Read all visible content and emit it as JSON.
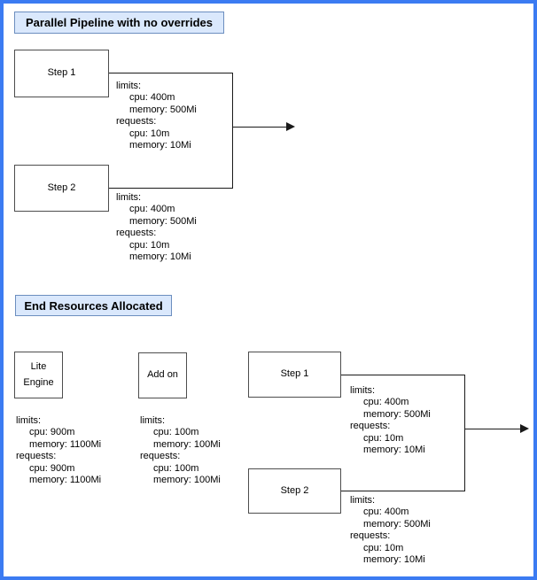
{
  "colors": {
    "outer_border": "#3b7bf2",
    "header_fill": "#dae8fc",
    "header_border": "#6c8ebf",
    "box_border": "#4d4d4d",
    "connector": "#1a1a1a"
  },
  "top_section": {
    "title": "Parallel Pipeline with no overrides",
    "step1_label": "Step 1",
    "step2_label": "Step 2",
    "step1_resources": {
      "l1": "limits:",
      "l2": "cpu: 400m",
      "l3": "memory: 500Mi",
      "l4": "requests:",
      "l5": "cpu: 10m",
      "l6": "memory: 10Mi"
    },
    "step2_resources": {
      "l1": "limits:",
      "l2": "cpu: 400m",
      "l3": "memory: 500Mi",
      "l4": "requests:",
      "l5": "cpu: 10m",
      "l6": "memory: 10Mi"
    }
  },
  "bottom_section": {
    "title": "End Resources Allocated",
    "lite_engine_label": "Lite Engine",
    "addon_label": "Add on",
    "step1_label": "Step 1",
    "step2_label": "Step 2",
    "lite_engine_resources": {
      "l1": "limits:",
      "l2": "cpu: 900m",
      "l3": "memory: 1100Mi",
      "l4": "requests:",
      "l5": "cpu: 900m",
      "l6": "memory: 1100Mi"
    },
    "addon_resources": {
      "l1": "limits:",
      "l2": "cpu: 100m",
      "l3": "memory: 100Mi",
      "l4": "requests:",
      "l5": "cpu: 100m",
      "l6": "memory: 100Mi"
    },
    "step1_resources": {
      "l1": "limits:",
      "l2": "cpu: 400m",
      "l3": "memory: 500Mi",
      "l4": "requests:",
      "l5": "cpu: 10m",
      "l6": "memory: 10Mi"
    },
    "step2_resources": {
      "l1": "limits:",
      "l2": "cpu: 400m",
      "l3": "memory: 500Mi",
      "l4": "requests:",
      "l5": "cpu: 10m",
      "l6": "memory: 10Mi"
    }
  }
}
